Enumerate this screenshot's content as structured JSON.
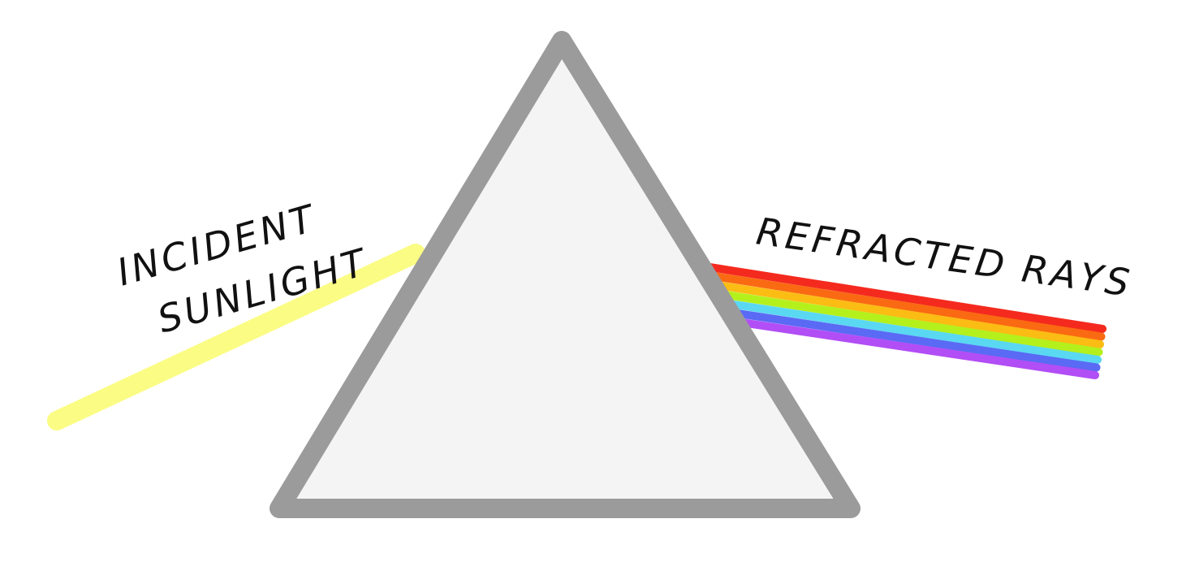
{
  "labels": {
    "incident_line1": "INCIDENT",
    "incident_line2": "SUNLIGHT",
    "refracted": "REFRACTED RAYS"
  },
  "colors": {
    "background": "#ffffff",
    "prism_fill": "#f4f4f4",
    "prism_stroke": "#9b9b9b",
    "sunlight": "#fbfc84",
    "text": "#111111"
  },
  "spectrum": [
    {
      "color": "#f52a1e"
    },
    {
      "color": "#fa6a12"
    },
    {
      "color": "#fbbc14"
    },
    {
      "color": "#b4f01c"
    },
    {
      "color": "#5ad8f2"
    },
    {
      "color": "#5a6af4"
    },
    {
      "color": "#b24ef5"
    }
  ]
}
